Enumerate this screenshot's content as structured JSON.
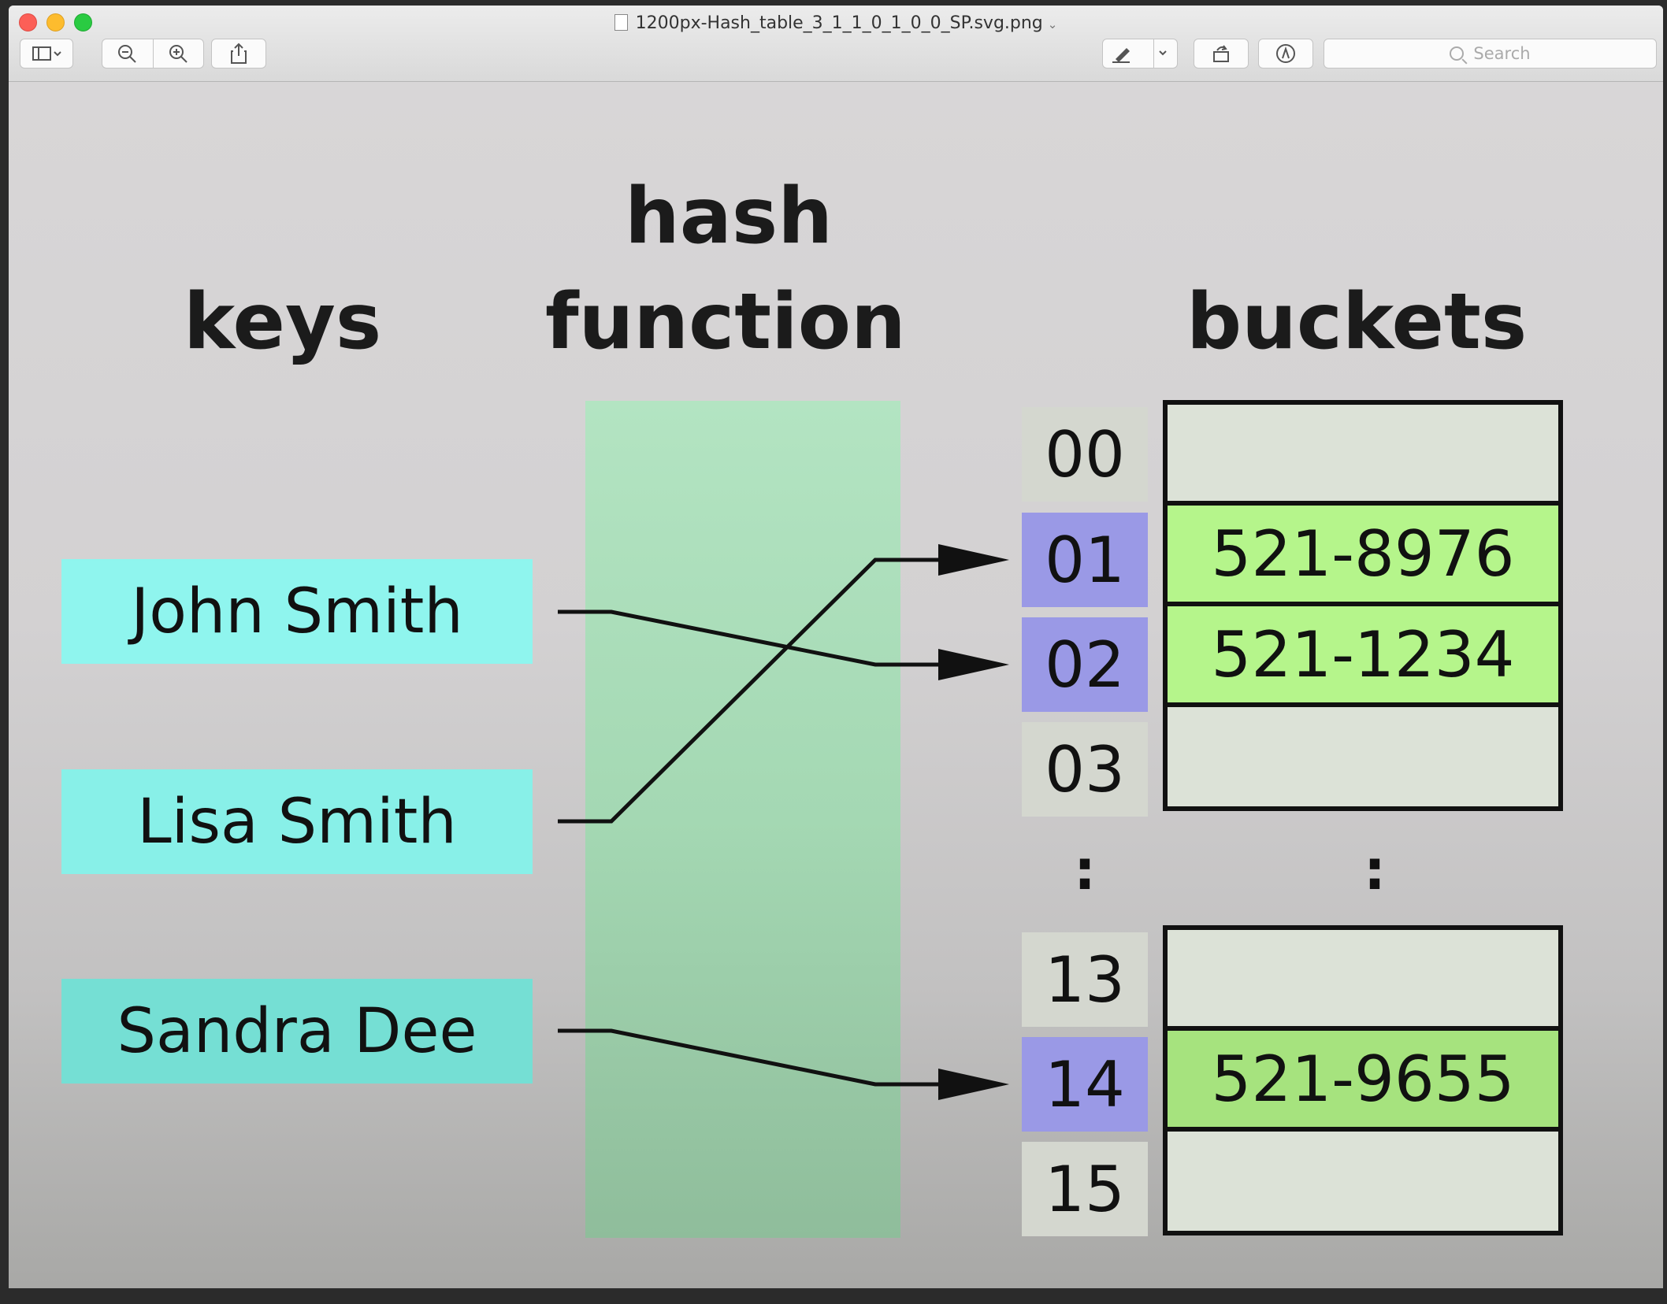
{
  "window": {
    "title": "1200px-Hash_table_3_1_1_0_1_0_0_SP.svg.png",
    "search_placeholder": "Search"
  },
  "toolbar": {
    "sidebar_icon": "sidebar-icon",
    "zoom_out_icon": "zoom-out-icon",
    "zoom_in_icon": "zoom-in-icon",
    "share_icon": "share-icon",
    "markup_icon": "pen-icon",
    "rotate_icon": "rotate-icon",
    "annotate_icon": "annotate-icon"
  },
  "diagram": {
    "headings": {
      "keys": "keys",
      "hash": "hash",
      "function": "function",
      "buckets": "buckets"
    },
    "keys": [
      "John Smith",
      "Lisa Smith",
      "Sandra Dee"
    ],
    "indices_top": [
      "00",
      "01",
      "02",
      "03"
    ],
    "indices_bottom": [
      "13",
      "14",
      "15"
    ],
    "buckets_top": [
      "",
      "521-8976",
      "521-1234",
      ""
    ],
    "buckets_bottom": [
      "",
      "521-9655",
      ""
    ],
    "ellipsis": ":",
    "colors": {
      "key_fill": "#8ff5ee",
      "key_fill_bottom": "#75dfd4",
      "hash_fill": "#b3e4c2",
      "index_hit": "#9a99e6",
      "bucket_filled": "#b5f58b"
    },
    "mappings": [
      {
        "key": "John Smith",
        "index": "02"
      },
      {
        "key": "Lisa Smith",
        "index": "01"
      },
      {
        "key": "Sandra Dee",
        "index": "14"
      }
    ]
  }
}
